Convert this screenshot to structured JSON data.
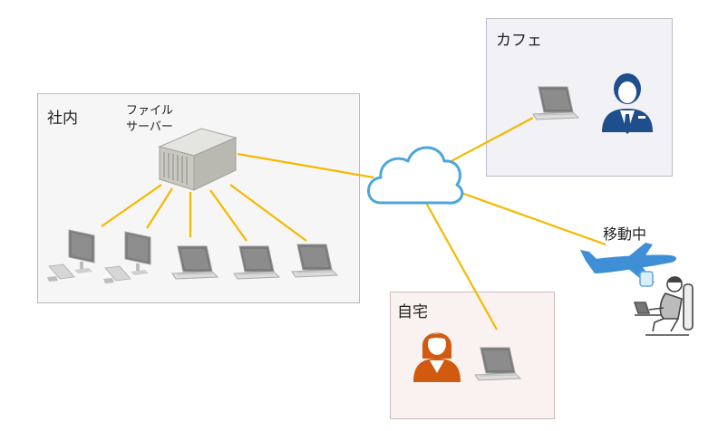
{
  "locations": {
    "office": {
      "label": "社内"
    },
    "cafe": {
      "label": "カフェ"
    },
    "home": {
      "label": "自宅"
    },
    "moving": {
      "label": "移動中"
    }
  },
  "server": {
    "label_line1": "ファイル",
    "label_line2": "サーバー"
  },
  "colors": {
    "link_line": "#f5b900",
    "cloud_fill": "#ffffff",
    "cloud_stroke": "#4aa6dc",
    "cafe_person": "#1f4e8c",
    "home_person": "#d05a10",
    "airplane": "#3f8fd6"
  },
  "icons": {
    "server": "server-icon",
    "cloud": "cloud-icon",
    "desktop": "desktop-pc-icon",
    "laptop": "laptop-icon",
    "businessman": "businessman-icon",
    "woman": "woman-icon",
    "airplane": "airplane-icon",
    "traveler": "traveler-with-laptop-icon"
  }
}
